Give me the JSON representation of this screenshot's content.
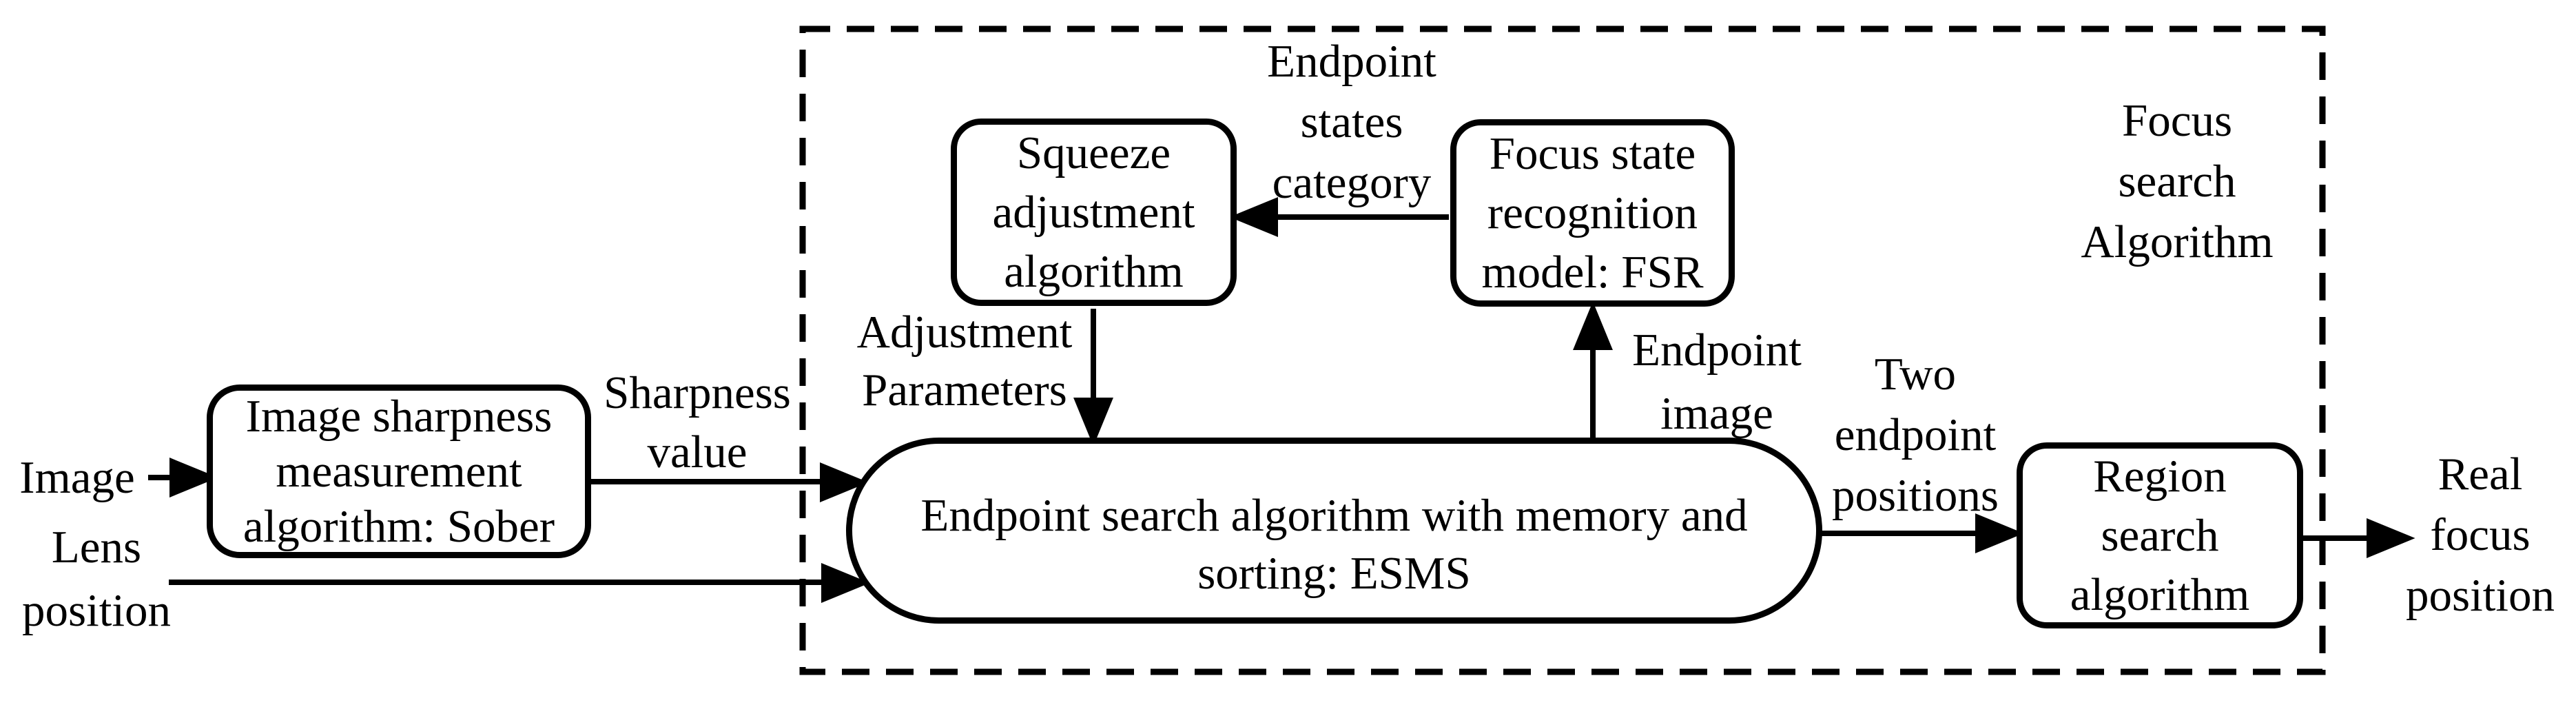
{
  "page": {
    "title": "Focus search algorithm flow diagram",
    "ink_color": "#000000",
    "background_color": "#ffffff"
  },
  "labels": {
    "image_input": "Image",
    "lens_position": [
      "Lens",
      "position"
    ],
    "sharpness_value": [
      "Sharpness",
      "value"
    ],
    "adjustment_parameters": [
      "Adjustment",
      "Parameters"
    ],
    "endpoint_states_category": [
      "Endpoint",
      "states",
      "category"
    ],
    "endpoint_image": [
      "Endpoint",
      "image"
    ],
    "two_endpoint_positions": [
      "Two",
      "endpoint",
      "positions"
    ],
    "focus_search_algorithm": [
      "Focus",
      "search",
      "Algorithm"
    ],
    "real_focus_position": [
      "Real",
      "focus",
      "position"
    ]
  },
  "nodes": {
    "sober_lines": [
      "Image sharpness",
      "measurement",
      "algorithm: Sober"
    ],
    "squeeze_lines": [
      "Squeeze",
      "adjustment",
      "algorithm"
    ],
    "fsr_lines": [
      "Focus state",
      "recognition",
      "model: FSR"
    ],
    "esms_lines": [
      "Endpoint search algorithm with memory and",
      "sorting: ESMS"
    ],
    "region_lines": [
      "Region",
      "search",
      "algorithm"
    ]
  }
}
